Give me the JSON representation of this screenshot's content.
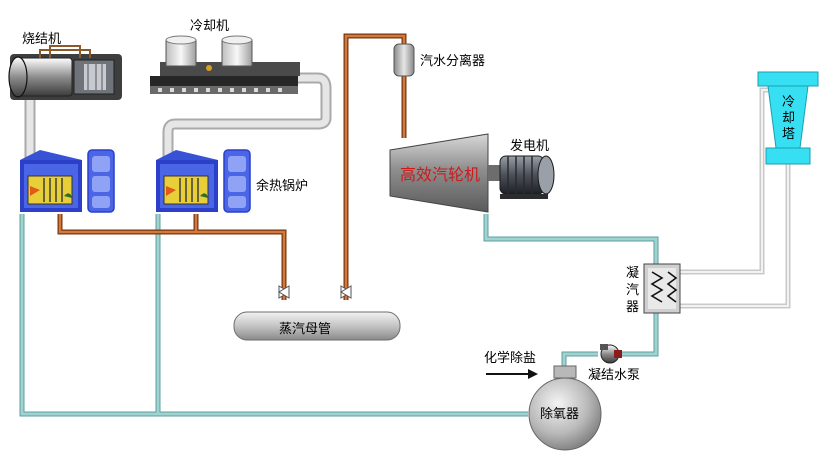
{
  "labels": {
    "sinter_machine": "烧结机",
    "cooler": "冷却机",
    "steam_separator": "汽水分离器",
    "generator": "发电机",
    "turbine": "高效汽轮机",
    "waste_heat_boiler": "余热锅炉",
    "cooling_tower": [
      "冷",
      "却",
      "塔"
    ],
    "condenser": [
      "凝",
      "汽",
      "器"
    ],
    "steam_header": "蒸汽母管",
    "chem_desalination": "化学除盐",
    "condensate_pump": "凝结水泵",
    "deaerator": "除氧器"
  },
  "colors": {
    "steam_pipe": "#b5561f",
    "water_pipe": "#8ec7c5",
    "gas_duct": "#d9d9d9",
    "tower": "#36e0f2",
    "boiler_blue": "#4a66e6",
    "turbine_red": "#cc1a1a"
  }
}
